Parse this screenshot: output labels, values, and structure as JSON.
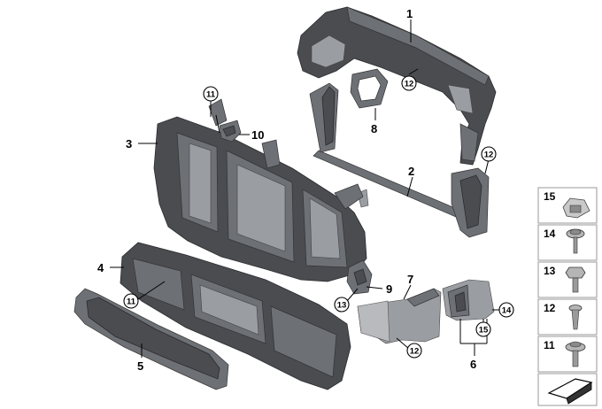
{
  "callouts": [
    {
      "id": "c1",
      "text": "1"
    },
    {
      "id": "c2",
      "text": "2"
    },
    {
      "id": "c3",
      "text": "3"
    },
    {
      "id": "c4",
      "text": "4"
    },
    {
      "id": "c5",
      "text": "5"
    },
    {
      "id": "c6",
      "text": "6"
    },
    {
      "id": "c7",
      "text": "7"
    },
    {
      "id": "c8",
      "text": "8"
    },
    {
      "id": "c9",
      "text": "9"
    },
    {
      "id": "c10",
      "text": "10"
    }
  ],
  "circled_callouts": [
    {
      "id": "cc11a",
      "text": "11"
    },
    {
      "id": "cc11b",
      "text": "11"
    },
    {
      "id": "cc12a",
      "text": "12"
    },
    {
      "id": "cc12b",
      "text": "12"
    },
    {
      "id": "cc12c",
      "text": "12"
    },
    {
      "id": "cc13",
      "text": "13"
    },
    {
      "id": "cc14",
      "text": "14"
    },
    {
      "id": "cc15",
      "text": "15"
    }
  ],
  "legend": [
    {
      "number": "15",
      "icon": "clip-nut-icon"
    },
    {
      "number": "14",
      "icon": "torx-screw-icon"
    },
    {
      "number": "13",
      "icon": "hex-bolt-icon"
    },
    {
      "number": "12",
      "icon": "expanding-rivet-icon"
    },
    {
      "number": "11",
      "icon": "flange-screw-icon"
    }
  ],
  "legend_footer_icon": "diagram-reference-icon"
}
